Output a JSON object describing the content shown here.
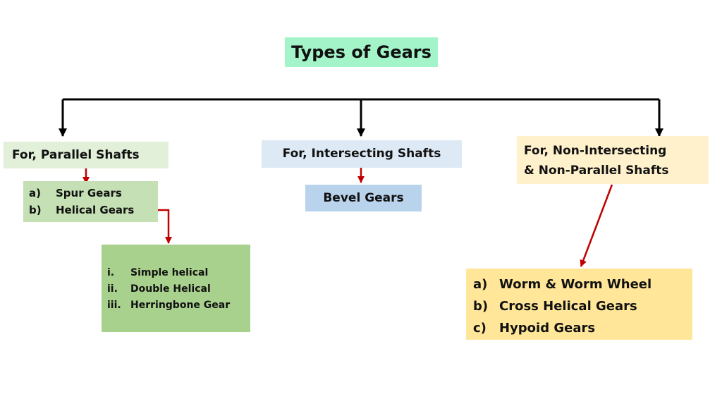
{
  "colors": {
    "title_bg": "#a3f5c9",
    "parallel_bg": "#e2efd9",
    "parallel_list_bg": "#c5e0b4",
    "helical_list_bg": "#a9d18e",
    "intersect_bg": "#dee9f6",
    "bevel_bg": "#b9d3ec",
    "nonpar_bg": "#fff1cc",
    "nonpar_list_bg": "#ffe699",
    "trunk_line": "#000000",
    "branch_line": "#c00000"
  },
  "title": "Types of Gears",
  "parallel": {
    "label": "For, Parallel Shafts",
    "types": [
      {
        "marker": "a)",
        "name": "Spur Gears"
      },
      {
        "marker": "b)",
        "name": "Helical Gears"
      }
    ],
    "helical_types": [
      {
        "marker": "i.",
        "name": "Simple helical"
      },
      {
        "marker": "ii.",
        "name": "Double Helical"
      },
      {
        "marker": "iii.",
        "name": "Herringbone Gear"
      }
    ]
  },
  "intersecting": {
    "label": "For, Intersecting Shafts",
    "types": [
      "Bevel Gears"
    ]
  },
  "nonparallel": {
    "label_line1": "For, Non-Intersecting",
    "label_line2": "& Non-Parallel Shafts",
    "types": [
      {
        "marker": "a)",
        "name": "Worm & Worm Wheel"
      },
      {
        "marker": "b)",
        "name": "Cross Helical Gears"
      },
      {
        "marker": "c)",
        "name": "Hypoid Gears"
      }
    ]
  }
}
